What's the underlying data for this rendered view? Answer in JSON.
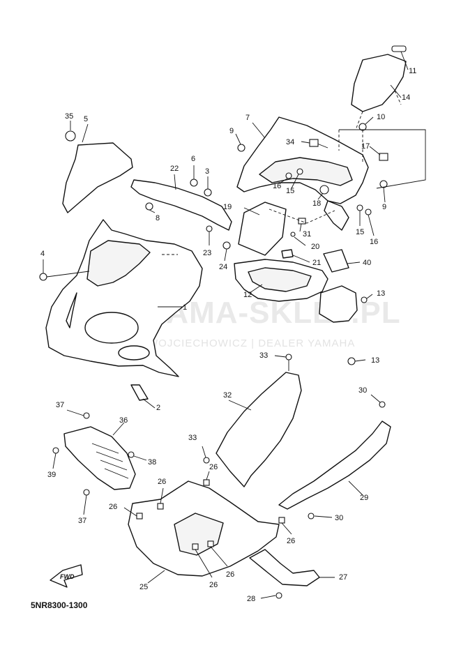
{
  "diagram_code": "5NR8300-1300",
  "fwd_label": "FWD",
  "watermark": {
    "title": "YAMA-SKLEP.PL",
    "subtitle": "WOJCIECHOWICZ | DEALER YAMAHA",
    "color": "#e8a3a3"
  },
  "callouts": {
    "c1": "1",
    "c2": "2",
    "c3": "3",
    "c4": "4",
    "c5": "5",
    "c6": "6",
    "c7": "7",
    "c8": "8",
    "c9a": "9",
    "c9b": "9",
    "c10": "10",
    "c11": "11",
    "c12": "12",
    "c13a": "13",
    "c13b": "13",
    "c14": "14",
    "c15a": "15",
    "c15b": "15",
    "c16a": "16",
    "c16b": "16",
    "c17": "17",
    "c18": "18",
    "c19": "19",
    "c20": "20",
    "c21": "21",
    "c22": "22",
    "c23": "23",
    "c24": "24",
    "c25": "25",
    "c26a": "26",
    "c26b": "26",
    "c26c": "26",
    "c26d": "26",
    "c26e": "26",
    "c26f": "26",
    "c27": "27",
    "c28": "28",
    "c29": "29",
    "c30a": "30",
    "c30b": "30",
    "c31": "31",
    "c32": "32",
    "c33a": "33",
    "c33b": "33",
    "c34": "34",
    "c35": "35",
    "c36": "36",
    "c37a": "37",
    "c37b": "37",
    "c38": "38",
    "c39": "39",
    "c40": "40"
  }
}
